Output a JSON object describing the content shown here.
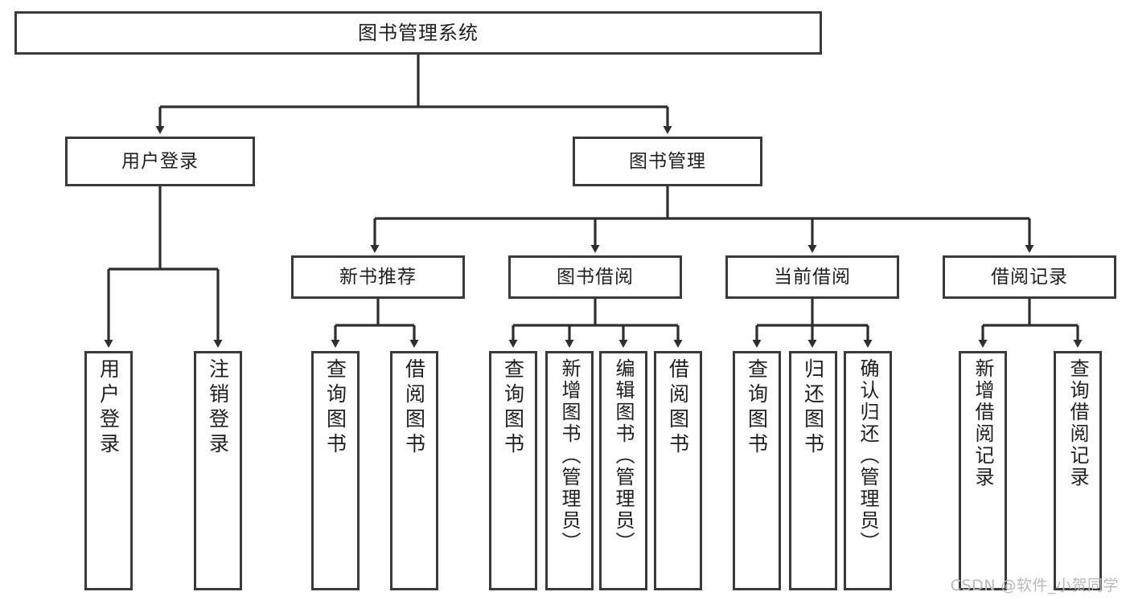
{
  "diagram": {
    "title": "图书管理系统",
    "type": "tree-hierarchy-diagram",
    "colors": {
      "stroke": "#3a3a3a",
      "fill": "#ffffff",
      "text": "#1f1f1f",
      "watermark": "#b9b9b9"
    },
    "watermark": "CSDN @软件_小贺同学",
    "levels": {
      "root": {
        "label": "图书管理系统"
      },
      "level2": [
        {
          "label": "用户登录"
        },
        {
          "label": "图书管理"
        }
      ],
      "level3": [
        {
          "label": "新书推荐"
        },
        {
          "label": "图书借阅"
        },
        {
          "label": "当前借阅"
        },
        {
          "label": "借阅记录"
        }
      ],
      "leaves": {
        "user_login": [
          {
            "label": "用户登录"
          },
          {
            "label": "注销登录"
          }
        ],
        "new_book_recommend": [
          {
            "label": "查询图书"
          },
          {
            "label": "借阅图书"
          }
        ],
        "book_borrow": [
          {
            "label": "查询图书"
          },
          {
            "label": "新增图书（管理员）"
          },
          {
            "label": "编辑图书（管理员）"
          },
          {
            "label": "借阅图书"
          }
        ],
        "current_borrow": [
          {
            "label": "查询图书"
          },
          {
            "label": "归还图书"
          },
          {
            "label": "确认归还（管理员）"
          }
        ],
        "borrow_record": [
          {
            "label": "新增借阅记录"
          },
          {
            "label": "查询借阅记录"
          }
        ]
      }
    }
  }
}
